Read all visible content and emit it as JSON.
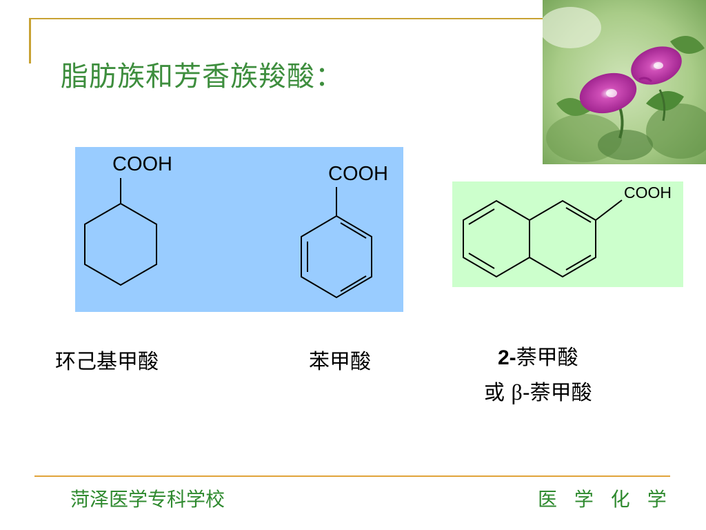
{
  "title": "脂肪族和芳香族羧酸：",
  "molecules": [
    {
      "group": "COOH",
      "name": "环己基甲酸"
    },
    {
      "group": "COOH",
      "name": "苯甲酸"
    },
    {
      "group": "COOH",
      "name_prefix": "2-",
      "name_line1": "萘甲酸",
      "alt_prefix": "或 ",
      "alt_greek": "β",
      "alt_rest": "-萘甲酸"
    }
  ],
  "footer": {
    "school": "菏泽医学专科学校",
    "course": "医 学 化 学"
  },
  "colors": {
    "title": "#3e8e3e",
    "frame": "#c8a233",
    "panel_blue": "#99ccff",
    "panel_green": "#ccffcc",
    "footer_text": "#2f8a2f",
    "footer_rule": "#e0a33a"
  }
}
